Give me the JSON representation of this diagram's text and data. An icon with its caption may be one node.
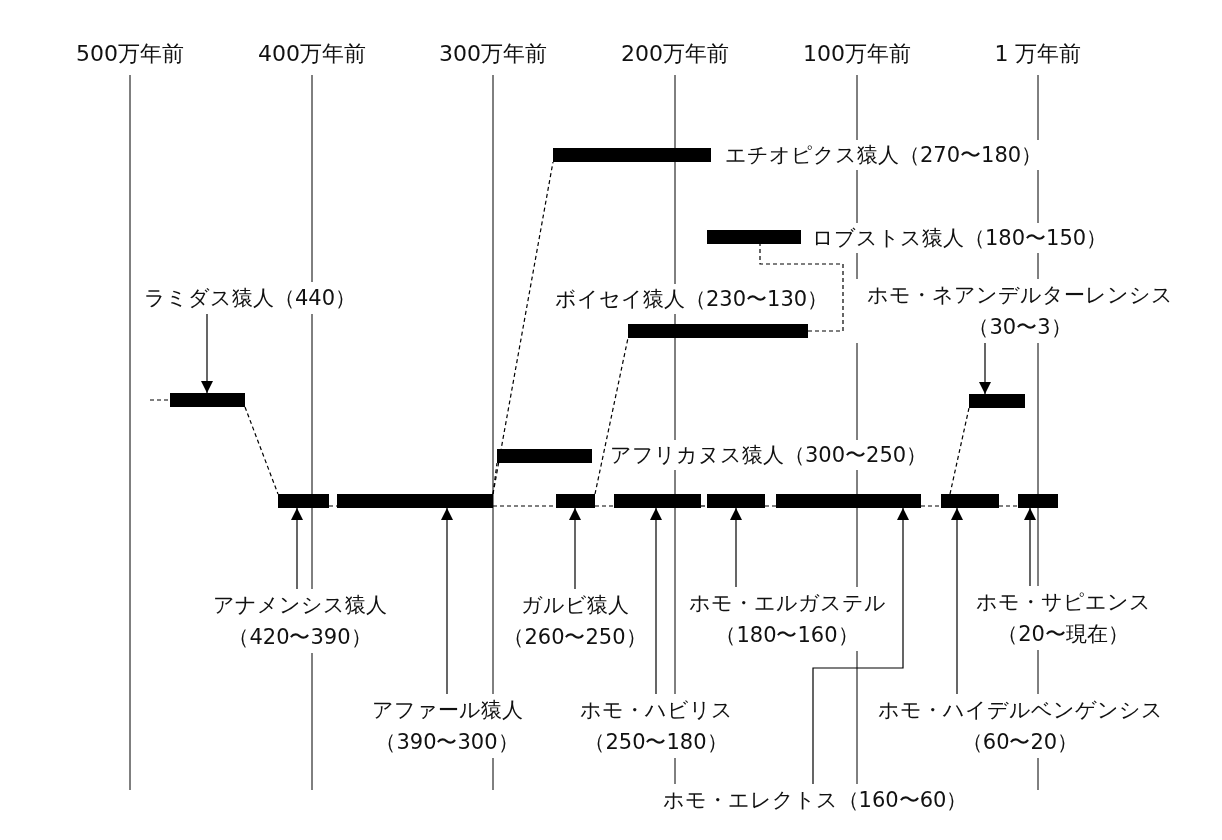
{
  "diagram": {
    "nodes": [
      {
        "text": [
          "ラミダス猿人（440）"
        ]
      },
      {
        "text": [
          "ホモ・ネアンデルターレンシス（30〜3）"
        ]
      },
      {
        "text": [],
        "shape": "bar"
      },
      {
        "text": [],
        "shape": "bar"
      },
      {
        "text": [],
        "shape": "bar"
      },
      {
        "text": [],
        "shape": "bar"
      },
      {
        "text": [],
        "shape": "bar"
      },
      {
        "text": [],
        "shape": "bar"
      },
      {
        "text": [],
        "shape": "bar"
      },
      {
        "text": [],
        "shape": "bar"
      },
      {
        "text": [],
        "shape": "bar"
      },
      {
        "text": [],
        "shape": "bar"
      },
      {
        "text": [],
        "shape": "bar"
      },
      {
        "text": [],
        "shape": "bar"
      },
      {
        "text": [],
        "shape": "bar"
      },
      {
        "text": [],
        "shape": "bar"
      },
      {
        "text": [
          "アナメンシス猿人（420〜390）"
        ]
      },
      {
        "text": [
          "ガルビ猿人（260〜250）"
        ]
      },
      {
        "text": [
          "ホモ・エルガステル（180〜160）"
        ]
      },
      {
        "text": [
          "ホモ・サピエンス（20〜現在）"
        ]
      },
      {
        "text": [
          "アファール猿人（390〜300）"
        ]
      },
      {
        "text": [
          "ホモ・ハビリス（250〜180）"
        ]
      },
      {
        "text": [
          "ホモ・ハイデルベンゲンシス（60〜20）"
        ]
      },
      {
        "text": [
          "ホモ・エレクトス（160〜60）"
        ]
      },
      {
        "text": [
          "エチオピクス猿人（270〜180）"
        ]
      },
      {
        "text": [
          "ロブストス猿人（180〜150）"
        ]
      },
      {
        "text": [
          "ボイセイ猿人（230〜130）"
        ]
      },
      {
        "text": [
          "アフリカヌス猿人（300〜250）"
        ]
      }
    ],
    "edges": [
      {
        "from": 0,
        "to": 5,
        "arrow": "to"
      },
      {
        "from": 1,
        "to": 6,
        "arrow": "to"
      },
      {
        "from": 16,
        "to": 8,
        "arrow": "to"
      },
      {
        "from": 20,
        "to": 9,
        "arrow": "to"
      },
      {
        "from": 17,
        "to": 10,
        "arrow": "to"
      },
      {
        "from": 21,
        "to": 11,
        "arrow": "to"
      },
      {
        "from": 18,
        "to": 12,
        "arrow": "to"
      },
      {
        "from": 23,
        "to": 13,
        "arrow": "to"
      },
      {
        "from": 22,
        "to": 14,
        "arrow": "to"
      },
      {
        "from": 19,
        "to": 15,
        "arrow": "to"
      },
      {
        "from": null,
        "to": 5,
        "arrow": "none",
        "style": "dashed"
      },
      {
        "from": 5,
        "to": 8,
        "arrow": "none",
        "style": "dashed"
      },
      {
        "from": 8,
        "to": 9,
        "arrow": "none",
        "style": "dashed"
      },
      {
        "from": 9,
        "to": 7,
        "arrow": "none",
        "style": "dashed"
      },
      {
        "from": 9,
        "to": 2,
        "arrow": "none",
        "style": "dashed"
      },
      {
        "from": 9,
        "to": 10,
        "arrow": "none",
        "style": "dashed"
      },
      {
        "from": 10,
        "to": 4,
        "arrow": "none",
        "style": "dashed"
      },
      {
        "from": 4,
        "to": 3,
        "arrow": "none",
        "style": "dashed"
      },
      {
        "from": 10,
        "to": 11,
        "arrow": "none",
        "style": "dashed"
      },
      {
        "from": 11,
        "to": 12,
        "arrow": "none",
        "style": "dashed"
      },
      {
        "from": 12,
        "to": 13,
        "arrow": "none",
        "style": "dashed"
      },
      {
        "from": 13,
        "to": 14,
        "arrow": "none",
        "style": "dashed"
      },
      {
        "from": 14,
        "to": 6,
        "arrow": "none",
        "style": "dashed"
      },
      {
        "from": 14,
        "to": 15,
        "arrow": "none",
        "style": "dashed"
      }
    ],
    "labels": [
      "500万年前",
      "400万年前",
      "300万年前",
      "200万年前",
      "100万年前",
      "1 万年前"
    ]
  }
}
